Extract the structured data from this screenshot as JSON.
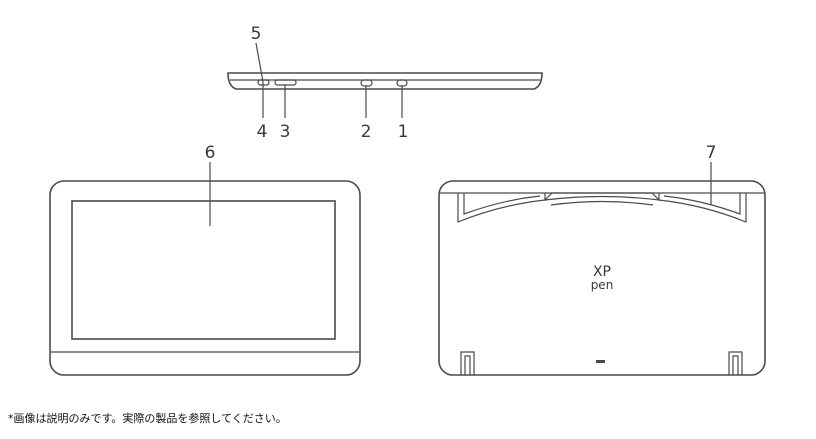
{
  "callouts": {
    "n1": "1",
    "n2": "2",
    "n3": "3",
    "n4": "4",
    "n5": "5",
    "n6": "6",
    "n7": "7"
  },
  "logo": {
    "line1": "XP",
    "line2": "pen"
  },
  "note": "*画像は説明のみです。実際の製品を参照してください。"
}
